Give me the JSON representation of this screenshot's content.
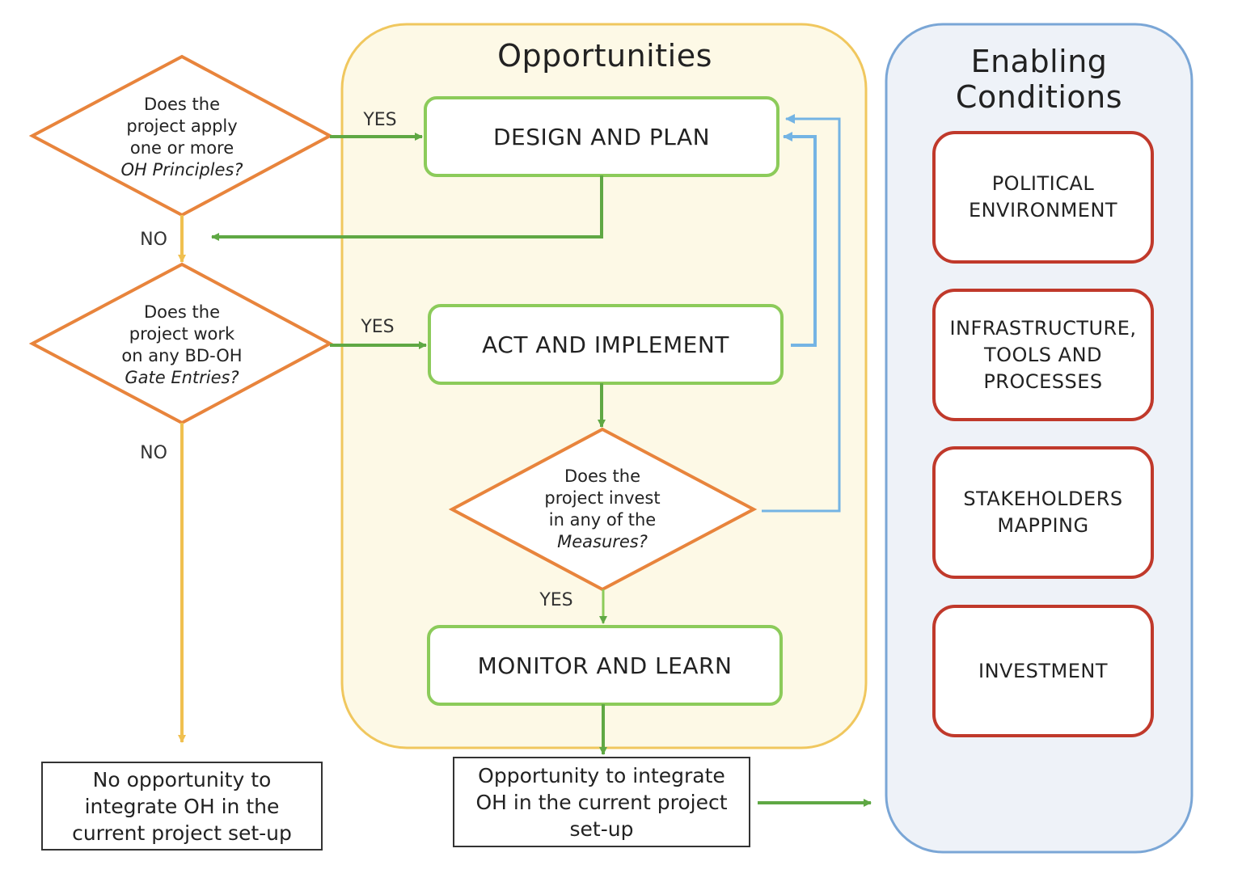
{
  "opportunities": {
    "title": "Opportunities",
    "steps": {
      "design": "DESIGN AND PLAN",
      "act": "ACT AND IMPLEMENT",
      "monitor": "MONITOR AND LEARN"
    }
  },
  "questions": {
    "q1": {
      "line1": "Does the",
      "line2": "project apply",
      "line3": "one or more",
      "line4": "OH Principles?"
    },
    "q2": {
      "line1": "Does the",
      "line2": "project work",
      "line3": "on any BD-OH",
      "line4": "Gate Entries?"
    },
    "q3": {
      "line1": "Does the",
      "line2": "project invest",
      "line3": "in any of the",
      "line4": "Measures?"
    }
  },
  "edges": {
    "yes1": "YES",
    "yes2": "YES",
    "yes3": "YES",
    "no1": "NO",
    "no2": "NO"
  },
  "outcomes": {
    "no_opportunity": "No opportunity to\nintegrate OH in the\ncurrent project set-up",
    "opportunity": "Opportunity to integrate\nOH in the current project\nset-up"
  },
  "enabling": {
    "title": "Enabling\nConditions",
    "items": [
      "POLITICAL\nENVIRONMENT",
      "INFRASTRUCTURE,\nTOOLS AND\nPROCESSES",
      "STAKEHOLDERS\nMAPPING",
      "INVESTMENT"
    ]
  },
  "colors": {
    "opportunities_fill": "#fdf9e6",
    "opportunities_border": "#f0c75e",
    "enabling_fill": "#eef2f8",
    "enabling_border": "#7aa6d6",
    "step_border": "#8ccb5a",
    "diamond_border": "#e8843c",
    "condition_border": "#c0392b",
    "green_arrow": "#5fa844",
    "yellow_arrow": "#f0c050",
    "blue_arrow": "#74b4e4"
  }
}
